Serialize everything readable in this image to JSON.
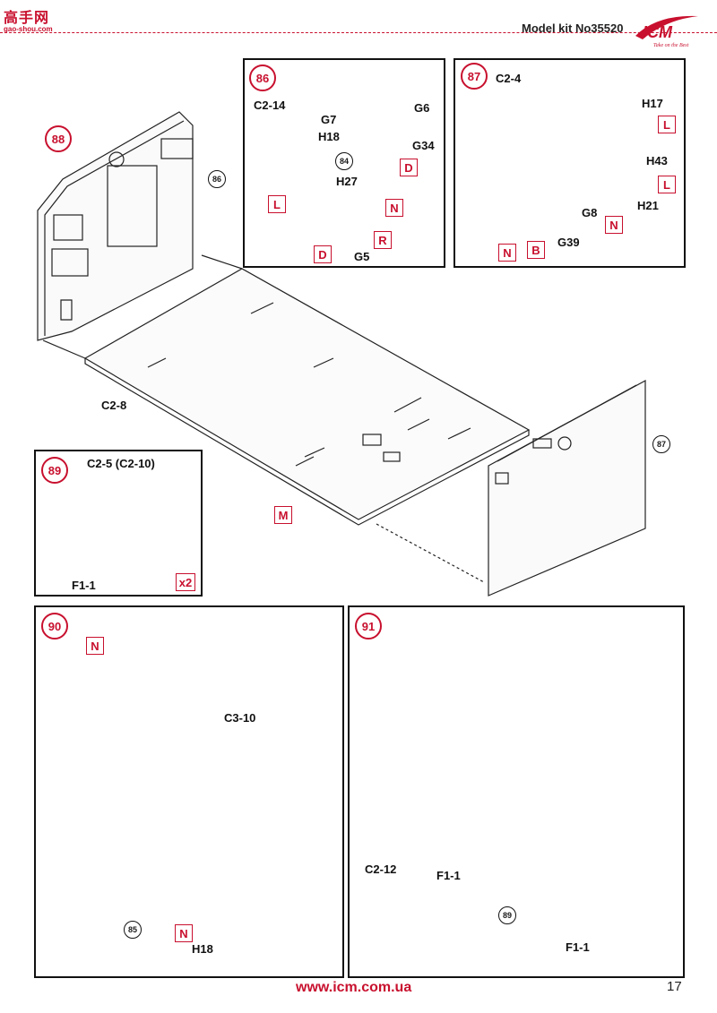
{
  "header": {
    "watermark": "高手网",
    "watermark_sub": "gao-shou.com",
    "model_text": "Model kit No35520",
    "brand": "ICM",
    "brand_tagline": "Take on the Best"
  },
  "steps": {
    "s88": {
      "num": "88",
      "labels": {
        "main": "C2-8",
        "ref86": "86",
        "ref87": "87",
        "m": "M"
      }
    },
    "s86": {
      "num": "86",
      "labels": {
        "c214": "C2-14",
        "g7": "G7",
        "g6": "G6",
        "h18": "H18",
        "g34": "G34",
        "ref84": "84",
        "h27": "H27",
        "g5": "G5"
      },
      "boxes": {
        "d1": "D",
        "l": "L",
        "n": "N",
        "r": "R",
        "d2": "D"
      }
    },
    "s87": {
      "num": "87",
      "labels": {
        "c24": "C2-4",
        "h17": "H17",
        "h43": "H43",
        "h21": "H21",
        "g8": "G8",
        "g39": "G39"
      },
      "boxes": {
        "l1": "L",
        "l2": "L",
        "n1": "N",
        "b": "B",
        "n2": "N"
      }
    },
    "s89": {
      "num": "89",
      "labels": {
        "c25": "C2-5 (C2-10)",
        "f11": "F1-1"
      },
      "boxes": {
        "x2": "x2"
      }
    },
    "s90": {
      "num": "90",
      "labels": {
        "c310": "C3-10",
        "ref85": "85",
        "h18": "H18"
      },
      "boxes": {
        "n1": "N",
        "n2": "N"
      }
    },
    "s91": {
      "num": "91",
      "labels": {
        "c212": "C2-12",
        "f11a": "F1-1",
        "ref89": "89",
        "f11b": "F1-1"
      }
    }
  },
  "footer": {
    "url": "www.icm.com.ua",
    "page": "17"
  }
}
